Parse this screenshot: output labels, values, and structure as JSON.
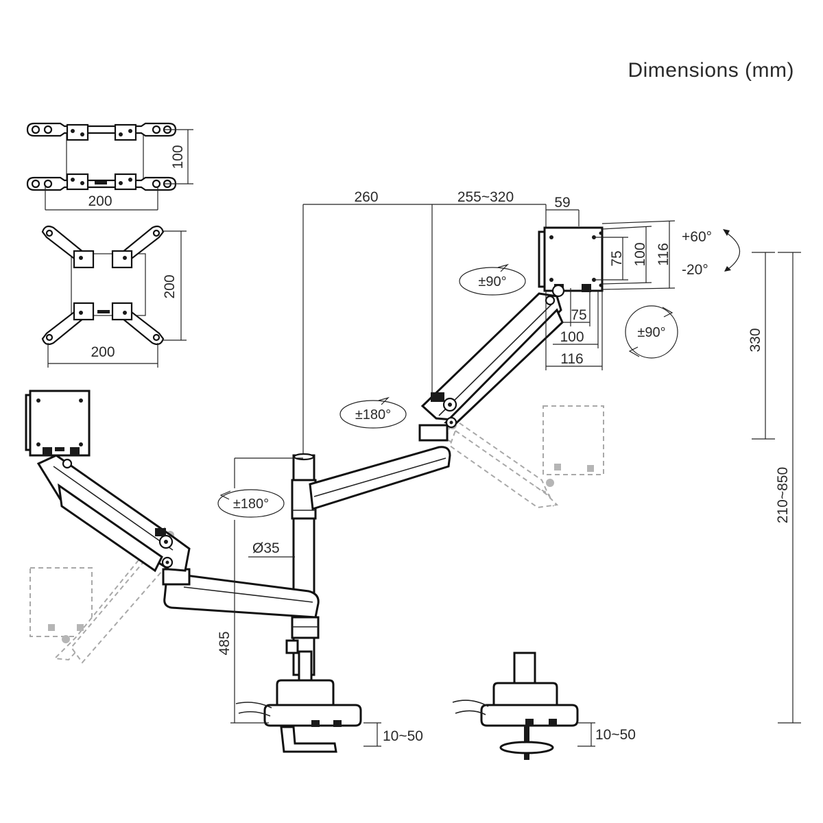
{
  "title": "Dimensions (mm)",
  "vesa_small": {
    "height": "100",
    "width": "200"
  },
  "vesa_large": {
    "height": "200",
    "width": "200"
  },
  "top_dims": {
    "reach_inner": "260",
    "reach_outer": "255~320",
    "depth": "59"
  },
  "monitor_plate": {
    "h75": "75",
    "h100": "100",
    "h116": "116",
    "w75": "75",
    "w100": "100",
    "w116": "116"
  },
  "tilt": {
    "up": "+60°",
    "down": "-20°"
  },
  "rotations": {
    "swivel_top": "±90°",
    "rotate_side": "±90°",
    "arm_top": "±180°",
    "arm_bottom": "±180°"
  },
  "heights": {
    "pole": "330",
    "total": "210~850",
    "base": "485"
  },
  "pole_diameter": "Ø35",
  "clamp": {
    "left": "10~50",
    "right": "10~50"
  }
}
